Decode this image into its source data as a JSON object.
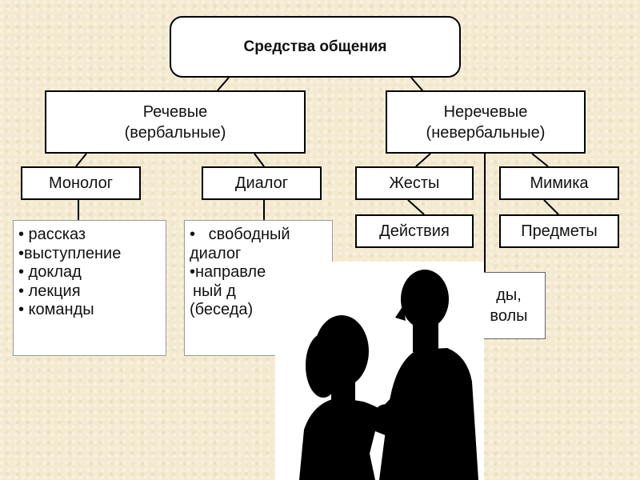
{
  "root": "Средства общения",
  "verbal": {
    "line1": "Речевые",
    "line2": "(вербальные)"
  },
  "nonverbal": {
    "line1": "Неречевые",
    "line2": "(невербальные)"
  },
  "monolog": {
    "title": "Монолог",
    "items": [
      "• рассказ",
      "•выступление",
      "• доклад",
      "• лекция",
      "• команды"
    ]
  },
  "dialog": {
    "title": "Диалог",
    "items": [
      "•   свободный",
      "диалог",
      "•направле",
      "ный д",
      "(беседа)"
    ]
  },
  "gestures": "Жесты",
  "actions": "Действия",
  "mimicry": "Мимика",
  "objects": "Предметы",
  "symbols": {
    "line1": "ды,",
    "line2": "волы"
  }
}
